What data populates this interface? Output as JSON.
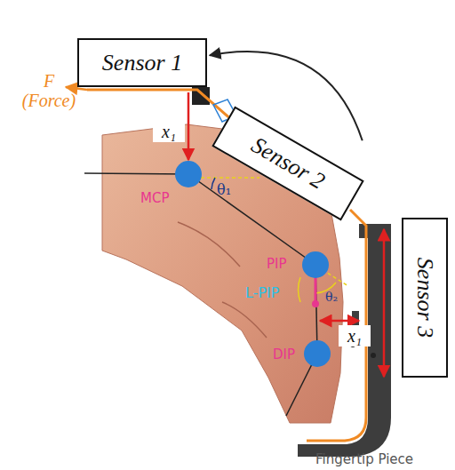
{
  "diagram": {
    "nodes": [
      {
        "text": [
          "Sensor 1"
        ]
      },
      {
        "text": [
          "x₁"
        ]
      },
      {
        "text": [
          "Sensor 2"
        ]
      },
      {
        "text": [
          "Sensor 3"
        ]
      },
      {
        "text": [
          "x₁"
        ]
      }
    ],
    "edges": [
      {
        "from": 2,
        "to": 0,
        "arrow": "to"
      }
    ],
    "labels": [
      "F (Force)",
      "MCP",
      "θ₁",
      "PIP",
      "L-PIP",
      "θ₂",
      "DIP",
      "Fingertip Piece"
    ]
  }
}
